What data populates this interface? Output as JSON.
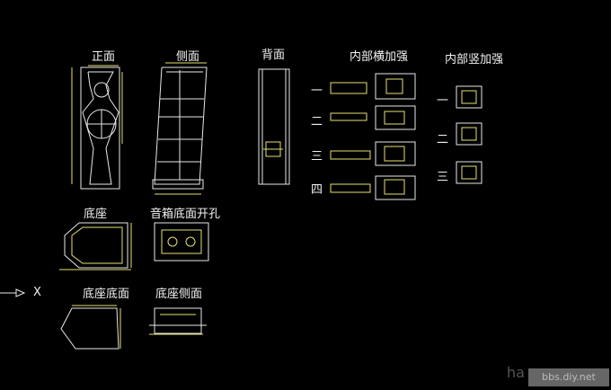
{
  "labels": {
    "front": "正面",
    "side": "侧面",
    "back": "背面",
    "inner_horizontal": "内部横加强",
    "inner_vertical": "内部竖加强",
    "row1": "一",
    "row2": "二",
    "row3": "三",
    "row4": "四",
    "base": "底座",
    "bottom_holes": "音箱底面开孔",
    "base_bottom": "底座底面",
    "base_side": "底座侧面"
  },
  "ucs": {
    "axis_label": "X"
  },
  "watermark": {
    "left": "ha",
    "right": "bbs.diy.net"
  }
}
